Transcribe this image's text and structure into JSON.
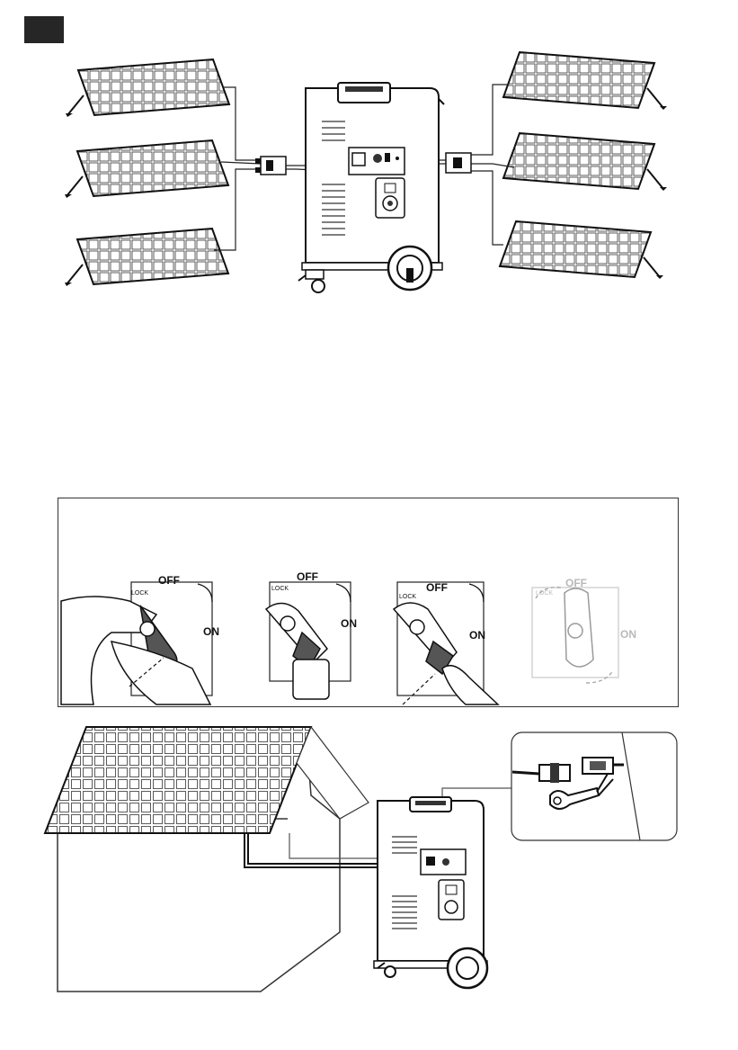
{
  "switch_panel": {
    "steps": [
      {
        "off": "OFF",
        "on": "ON",
        "lock": "LOCK"
      },
      {
        "off": "OFF",
        "on": "ON",
        "lock": "LOCK"
      },
      {
        "off": "OFF",
        "on": "ON",
        "lock": "LOCK"
      },
      {
        "off": "OFF",
        "on": "ON",
        "lock": "LOCK"
      }
    ]
  },
  "icons": {
    "page_tab": "page-tab-marker",
    "solar_panel": "solar-panel-icon",
    "power_station": "power-station-icon",
    "connector": "y-branch-connector-icon",
    "wrench": "wrench-icon",
    "house": "house-roof-icon"
  },
  "colors": {
    "line_art": "#222222",
    "tab": "#262626",
    "faded": "#b9b9b9"
  }
}
